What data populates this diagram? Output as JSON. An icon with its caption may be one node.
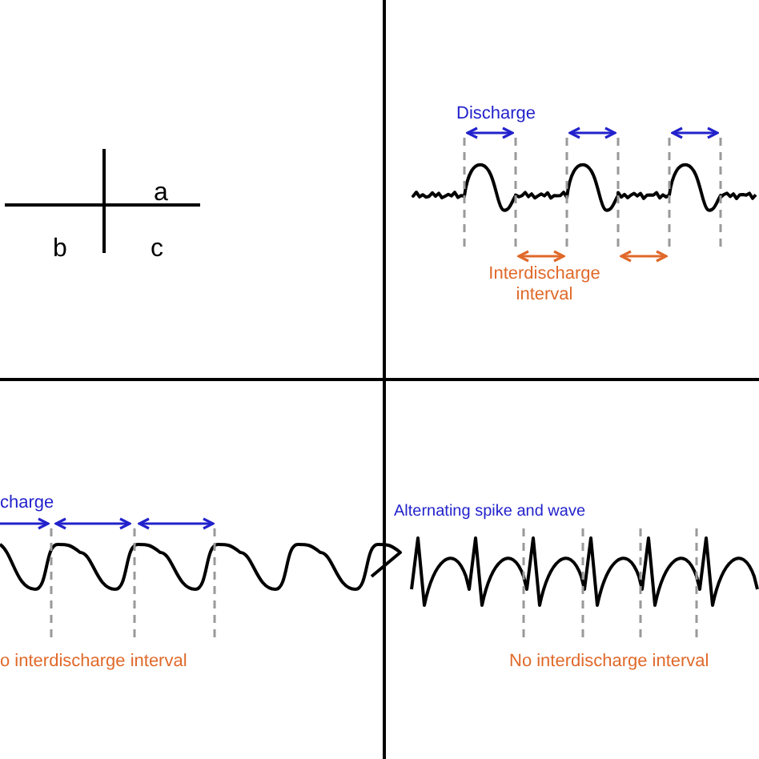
{
  "diagram": {
    "labels": [
      "a",
      "b",
      "c",
      "Discharge",
      "Interdischarge interval",
      "charge",
      "o interdischarge interval",
      "Alternating spike and wave",
      "No interdischarge interval"
    ]
  }
}
